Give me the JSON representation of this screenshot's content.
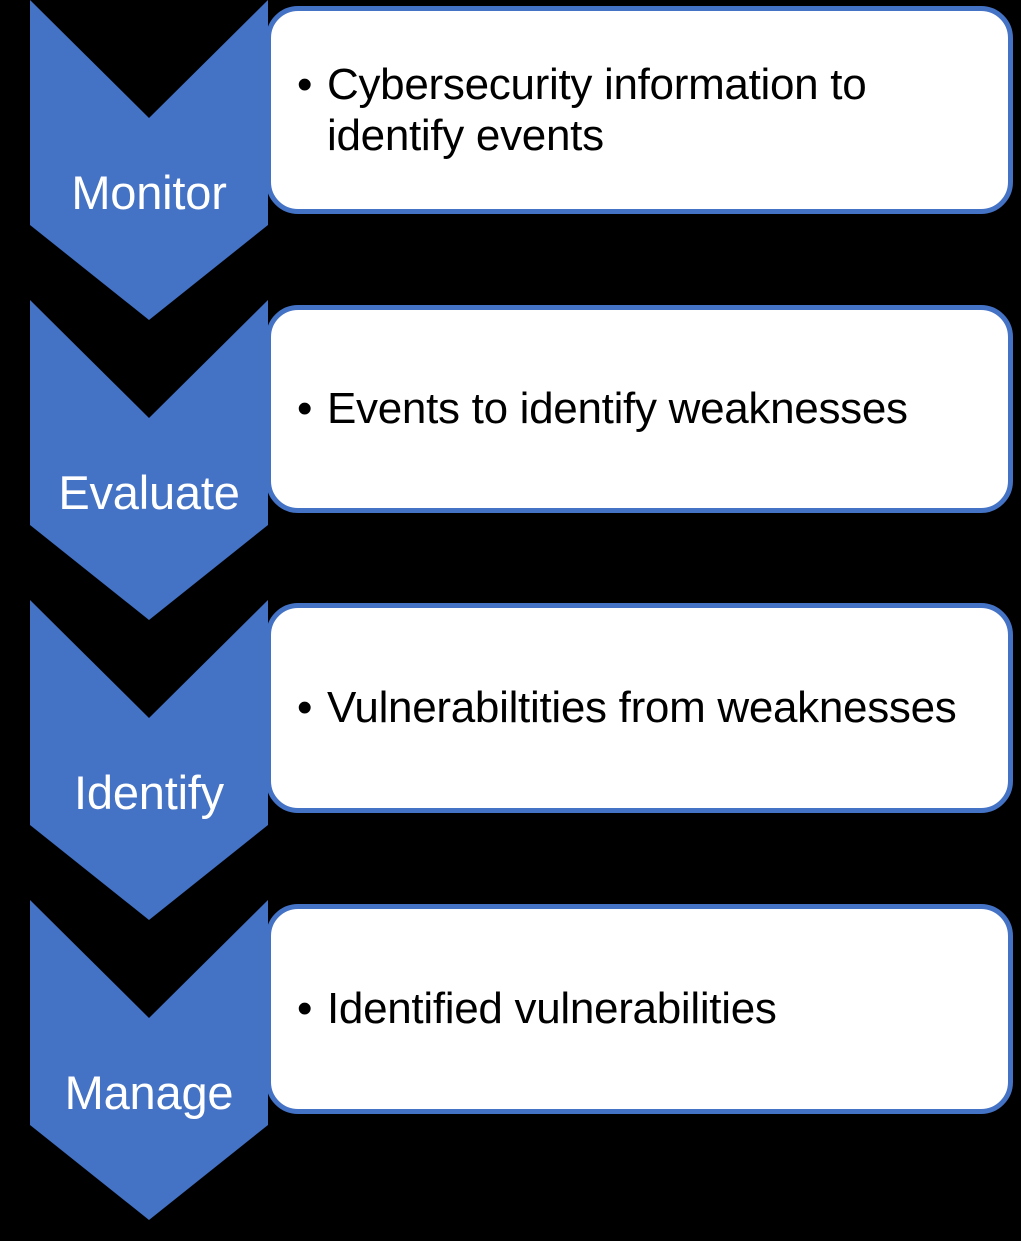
{
  "diagram": {
    "type": "vertical-process-chevron",
    "colors": {
      "background": "#000000",
      "chevron_fill": "#4472C4",
      "box_border": "#4472C4",
      "box_fill": "#FFFFFF",
      "chevron_label_text": "#FFFFFF",
      "bullet_text": "#000000"
    },
    "bullet_glyph": "•",
    "steps": [
      {
        "label": "Monitor",
        "bullets": [
          "Cybersecurity information to identify events"
        ]
      },
      {
        "label": "Evaluate",
        "bullets": [
          "Events to identify weaknesses"
        ]
      },
      {
        "label": "Identify",
        "bullets": [
          "Vulnerabiltities from weaknesses"
        ]
      },
      {
        "label": "Manage",
        "bullets": [
          "Identified vulnerabilities"
        ]
      }
    ]
  }
}
